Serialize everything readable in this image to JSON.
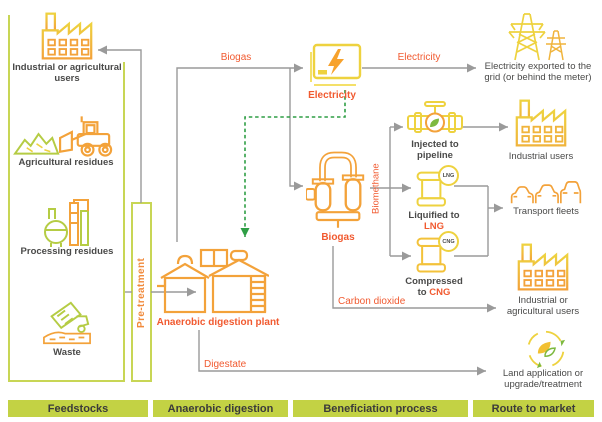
{
  "colors": {
    "accent_text": "#f15a30",
    "dark_text": "#4a4a49",
    "band_green": "#c3d244",
    "box_border_green": "#c8d655",
    "icon_yellow": "#eed23f",
    "icon_orange": "#f3a23a",
    "icon_green": "#b5cc44",
    "line_gray": "#9a9a9a",
    "dashed_green": "#2f9e45"
  },
  "feedstocks": {
    "box_label_1": "Industrial or agricultural users",
    "box_label_2": "Agricultural residues",
    "box_label_3": "Processing residues",
    "box_label_4": "Waste",
    "pretreatment": "Pre-treatment"
  },
  "digestion": {
    "plant": "Anaerobic digestion plant"
  },
  "flows": {
    "biogas": "Biogas",
    "electricity": "Electricity",
    "biomethane": "Biomethane",
    "carbon_dioxide": "Carbon dioxide",
    "digestate": "Digestate"
  },
  "nodes": {
    "electricity": "Electricity",
    "biogas": "Biogas",
    "injected": "Injected to pipeline",
    "lng_line1": "Liquified to",
    "lng_line2": "LNG",
    "lng_badge": "LNG",
    "cng_line1": "Compressed",
    "cng_line2_prefix": "to ",
    "cng_line2": "CNG",
    "cng_badge": "CNG",
    "grid_export": "Electricity exported to the grid (or behind the meter)",
    "industrial_users": "Industrial users",
    "transport_fleets": "Transport fleets",
    "industrial_agricultural_users": "Industrial or agricultural users",
    "land_application": "Land application or upgrade/treatment"
  },
  "bands": [
    {
      "label": "Feedstocks"
    },
    {
      "label": "Anaerobic digestion"
    },
    {
      "label": "Beneficiation process"
    },
    {
      "label": "Route to market"
    }
  ]
}
